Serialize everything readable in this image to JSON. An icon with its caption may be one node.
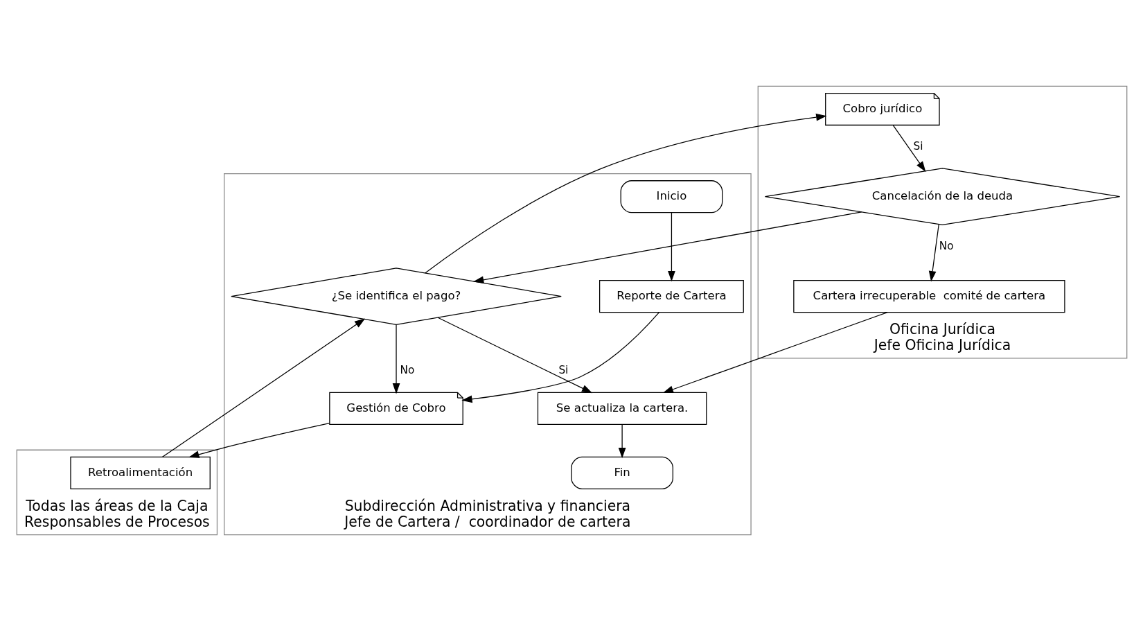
{
  "diagram": {
    "nodes": [
      {
        "text": [
          "Subdirección Administrativa y financiera",
          "Jefe de Cartera /  coordinador de cartera"
        ]
      },
      {
        "text": [
          "Todas las áreas de la Caja",
          "Responsables de Procesos"
        ]
      },
      {
        "text": [
          "Oficina Jurídica",
          "Jefe Oficina Jurídica"
        ]
      },
      {
        "text": [
          "Inicio"
        ],
        "in": 0
      },
      {
        "text": [
          "Reporte de Cartera"
        ],
        "in": 0
      },
      {
        "text": [
          "Gestión de Cobro"
        ],
        "in": 0
      },
      {
        "text": [
          "Retroalimentación"
        ],
        "in": 1
      },
      {
        "text": [
          "¿Se identifica el pago?"
        ],
        "in": 0
      },
      {
        "text": [
          "Se actualiza la cartera."
        ],
        "in": 0
      },
      {
        "text": [
          "Fin"
        ],
        "in": 0
      },
      {
        "text": [
          "Cobro jurídico"
        ],
        "in": 2
      },
      {
        "text": [
          "Cancelación de la deuda"
        ],
        "in": 2
      },
      {
        "text": [
          "Cartera irrecuperable  comité de cartera"
        ],
        "in": 2
      }
    ],
    "edges": [
      {
        "from": 3,
        "to": 4,
        "arrow": "to"
      },
      {
        "from": 4,
        "to": 5,
        "arrow": "to"
      },
      {
        "from": 5,
        "to": 6,
        "arrow": "to"
      },
      {
        "from": 6,
        "to": 7,
        "arrow": "to"
      },
      {
        "from": 7,
        "to": 5,
        "arrow": "to",
        "label": "No"
      },
      {
        "from": 7,
        "to": 10,
        "arrow": "to"
      },
      {
        "from": 7,
        "to": 8,
        "arrow": "to",
        "label": "Si"
      },
      {
        "from": 8,
        "to": 9,
        "arrow": "to"
      },
      {
        "from": 10,
        "to": 11,
        "arrow": "to",
        "label": "Si"
      },
      {
        "from": 11,
        "to": 7,
        "arrow": "to"
      },
      {
        "from": 11,
        "to": 12,
        "arrow": "to",
        "label": "No"
      },
      {
        "from": 12,
        "to": 8,
        "arrow": "to"
      }
    ]
  }
}
